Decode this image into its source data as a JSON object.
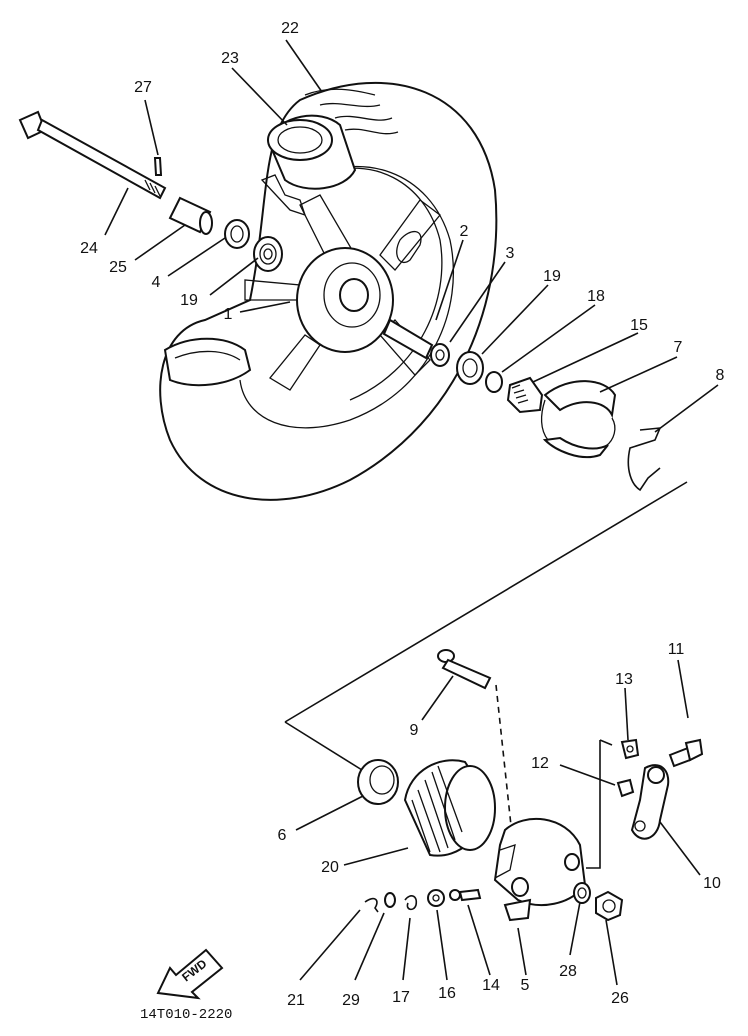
{
  "diagram_code": "14T010-2220",
  "direction_label": "FWD",
  "labels": {
    "p1": "1",
    "p2": "2",
    "p3": "3",
    "p4": "4",
    "p5": "5",
    "p6": "6",
    "p7": "7",
    "p8": "8",
    "p9": "9",
    "p10": "10",
    "p11": "11",
    "p12": "12",
    "p13": "13",
    "p14": "14",
    "p15": "15",
    "p16": "16",
    "p17": "17",
    "p18": "18",
    "p19a": "19",
    "p19b": "19",
    "p20": "20",
    "p21": "21",
    "p22": "22",
    "p23": "23",
    "p24": "24",
    "p25": "25",
    "p26": "26",
    "p27": "27",
    "p28": "28",
    "p29": "29"
  }
}
